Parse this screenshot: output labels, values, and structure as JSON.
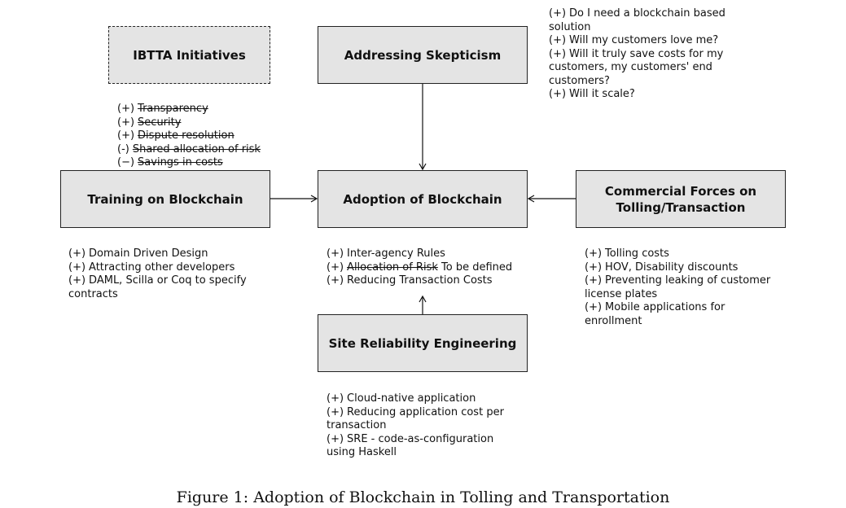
{
  "boxes": {
    "ibtta": "IBTTA Initiatives",
    "skepticism": "Addressing Skepticism",
    "training": "Training on Blockchain",
    "adoption": "Adoption of Blockchain",
    "commercial_line1": "Commercial Forces on",
    "commercial_line2": "Tolling/Transaction",
    "sre": "Site Reliability Engineering"
  },
  "notes": {
    "skepticism": [
      {
        "mark": "(+)",
        "text": "Do I need a blockchain based solution"
      },
      {
        "mark": "(+)",
        "text": "Will my customers love me?"
      },
      {
        "mark": "(+)",
        "text": "Will it truly save costs for my customers, my customers' end customers?"
      },
      {
        "mark": "(+)",
        "text": "Will it scale?"
      }
    ],
    "ibtta": [
      {
        "mark": "(+)",
        "text": "Transparency",
        "struck": true
      },
      {
        "mark": "(+)",
        "text": "Security",
        "struck": true
      },
      {
        "mark": "(+)",
        "text": "Dispute resolution",
        "struck": true
      },
      {
        "mark": "(-)",
        "text": "Shared allocation of risk",
        "struck": true
      },
      {
        "mark": "(−)",
        "text": "Savings in costs",
        "struck": true
      }
    ],
    "training": [
      {
        "mark": "(+)",
        "text": "Domain Driven Design"
      },
      {
        "mark": "(+)",
        "text": "Attracting other developers"
      },
      {
        "mark": "(+)",
        "text": "DAML, Scilla or Coq to specify contracts"
      }
    ],
    "adoption": [
      {
        "mark": "(+)",
        "text": "Inter-agency Rules"
      },
      {
        "mark": "(+)",
        "struck_text": "Allocation of Risk",
        "text": "To be defined"
      },
      {
        "mark": "(+)",
        "text": "Reducing Transaction Costs"
      }
    ],
    "commercial": [
      {
        "mark": "(+)",
        "text": "Tolling costs"
      },
      {
        "mark": "(+)",
        "text": "HOV, Disability discounts"
      },
      {
        "mark": "(+)",
        "text": "Preventing leaking of customer license plates"
      },
      {
        "mark": "(+)",
        "text": "Mobile applications for enrollment"
      }
    ],
    "sre": [
      {
        "mark": "(+)",
        "text": "Cloud-native application"
      },
      {
        "mark": "(+)",
        "text": "Reducing application cost per transaction"
      },
      {
        "mark": "(+)",
        "text": "SRE - code-as-configuration using Haskell"
      }
    ]
  },
  "caption": "Figure 1: Adoption of Blockchain in Tolling and Transportation"
}
